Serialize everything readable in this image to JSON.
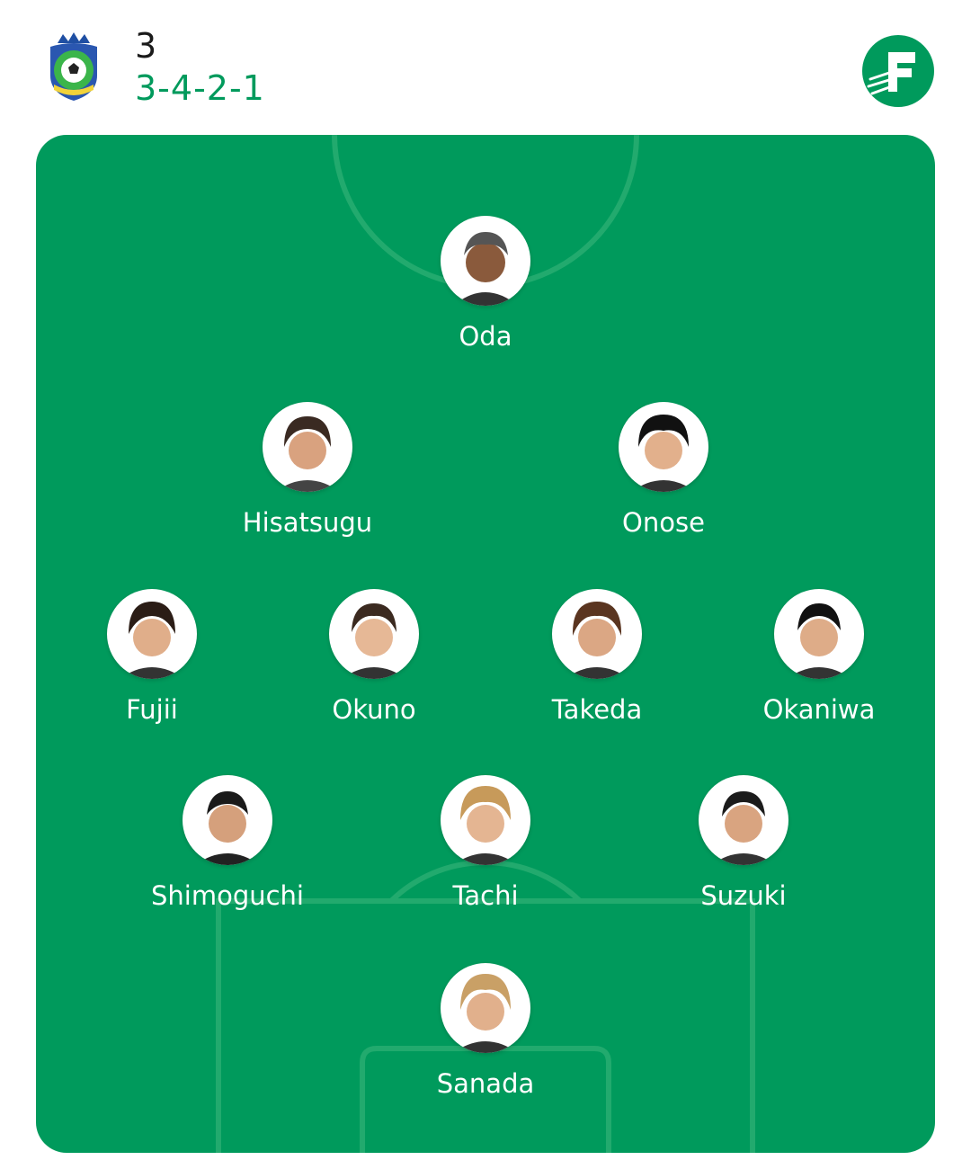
{
  "header": {
    "score": "3",
    "formation": "3-4-2-1",
    "team_logo_icon": "shonan-bellmare-crest-icon",
    "brand_logo_icon": "fotmob-logo-icon",
    "accent_color": "#009a5c"
  },
  "pitch": {
    "color": "#009a5c",
    "line_color": "#1fa86c"
  },
  "players": {
    "oda": {
      "name": "Oda",
      "avatar_icon": "player-photo-icon"
    },
    "hisatsugu": {
      "name": "Hisatsugu",
      "avatar_icon": "player-photo-icon"
    },
    "onose": {
      "name": "Onose",
      "avatar_icon": "player-photo-icon"
    },
    "fujii": {
      "name": "Fujii",
      "avatar_icon": "player-photo-icon"
    },
    "okuno": {
      "name": "Okuno",
      "avatar_icon": "player-photo-icon"
    },
    "takeda": {
      "name": "Takeda",
      "avatar_icon": "player-photo-icon"
    },
    "okaniwa": {
      "name": "Okaniwa",
      "avatar_icon": "player-photo-icon"
    },
    "shimoguchi": {
      "name": "Shimoguchi",
      "avatar_icon": "player-photo-icon"
    },
    "tachi": {
      "name": "Tachi",
      "avatar_icon": "player-photo-icon"
    },
    "suzuki": {
      "name": "Suzuki",
      "avatar_icon": "player-photo-icon"
    },
    "sanada": {
      "name": "Sanada",
      "avatar_icon": "player-photo-icon"
    }
  }
}
